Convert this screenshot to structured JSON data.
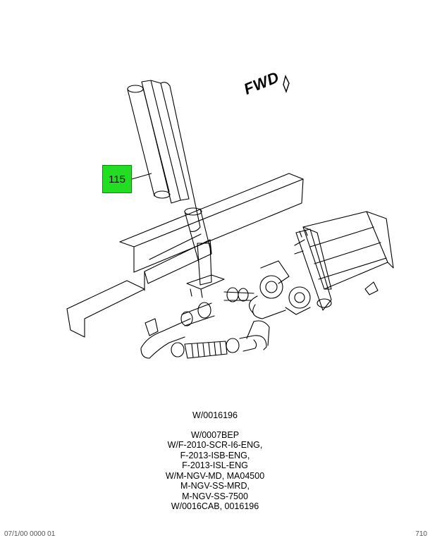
{
  "diagram": {
    "callout_label": "115",
    "direction_label": "FWD"
  },
  "notes": {
    "line1": "W/0016196",
    "line2": "W/0007BEP",
    "line3": "W/F-2010-SCR-I6-ENG,",
    "line4": "F-2013-ISB-ENG,",
    "line5": "F-2013-ISL-ENG",
    "line6": "W/M-NGV-MD, MA04500",
    "line7": "M-NGV-SS-MRD,",
    "line8": "M-NGV-SS-7500",
    "line9": "W/0016CAB, 0016196"
  },
  "footer": {
    "left": "07/1/00 0000 01",
    "right": "710"
  }
}
